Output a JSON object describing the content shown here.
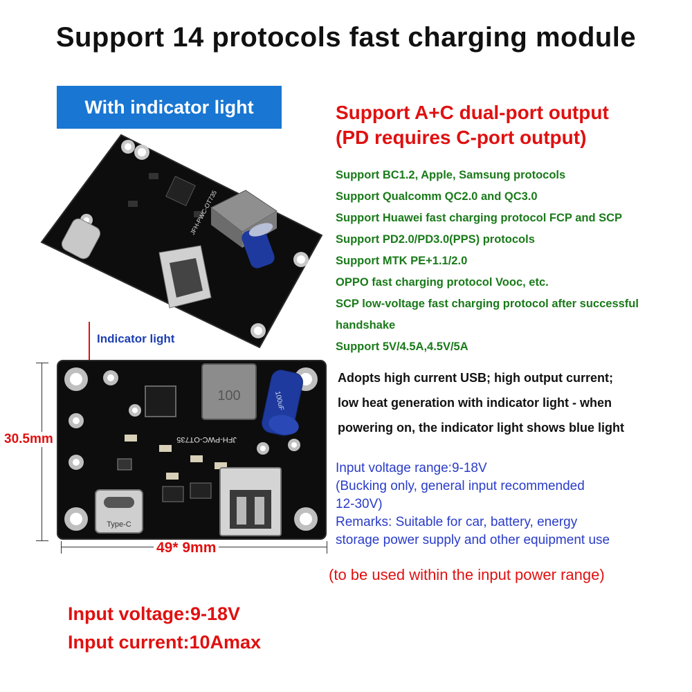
{
  "title": "Support 14 protocols fast charging module",
  "badge": "With indicator light",
  "headline": {
    "line1": "Support A+C dual-port output",
    "line2": "(PD requires C-port output)"
  },
  "protocols": [
    "Support BC1.2, Apple, Samsung protocols",
    "Support Qualcomm QC2.0 and QC3.0",
    "Support Huawei fast charging protocol FCP and SCP",
    "Support PD2.0/PD3.0(PPS) protocols",
    "Support MTK PE+1.1/2.0",
    "OPPO fast charging protocol Vooc, etc.",
    "SCP low-voltage fast charging protocol after successful",
    "handshake",
    "Support 5V/4.5A,4.5V/5A"
  ],
  "features": [
    "Adopts high current USB; high output current;",
    "low heat generation with indicator light - when",
    "powering on, the indicator light shows blue light"
  ],
  "input_info": [
    "Input voltage range:9-18V",
    "(Bucking only, general input recommended",
    "12-30V)",
    "Remarks: Suitable for car, battery, energy",
    "storage power supply and other equipment use"
  ],
  "range_note": "(to be used within the input power range)",
  "indicator_label": "Indicator light",
  "dimensions": {
    "height": "30.5mm",
    "width": "49* 9mm"
  },
  "specs": {
    "voltage": "Input voltage:9-18V",
    "current": "Input current:10Amax"
  },
  "board_silkscreen": {
    "part_number": "JFH-PWC-OT735",
    "inductor": "100",
    "capacitor": "100uF",
    "port_label": "Type-C"
  },
  "colors": {
    "board": "#0d0d0d",
    "badge": "#1976d2",
    "red_text": "#e01010",
    "green_text": "#1a7a1a",
    "blue_text": "#2a3cc8",
    "capacitor": "#1f3a9e"
  }
}
